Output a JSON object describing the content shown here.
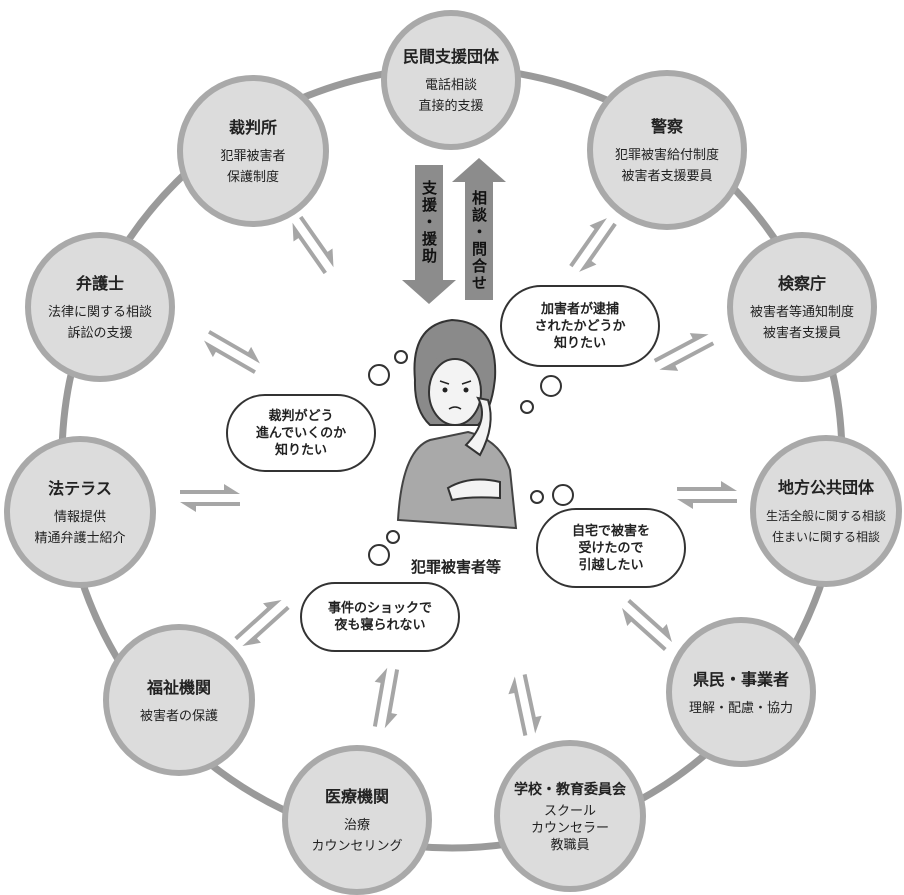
{
  "center": {
    "label": "犯罪被害者等"
  },
  "nodes": {
    "minkan": {
      "title": "民間支援団体",
      "lines": [
        "電話相談",
        "直接的支援"
      ]
    },
    "keisatsu": {
      "title": "警察",
      "lines": [
        "犯罪被害給付制度",
        "被害者支援要員"
      ]
    },
    "kensatsu": {
      "title": "検察庁",
      "lines": [
        "被害者等通知制度",
        "被害者支援員"
      ]
    },
    "chiho": {
      "title": "地方公共団体",
      "lines": [
        "生活全般に関する相談",
        "住まいに関する相談"
      ]
    },
    "kenmin": {
      "title": "県民・事業者",
      "lines": [
        "理解・配慮・協力"
      ]
    },
    "gakko": {
      "title": "学校・教育委員会",
      "lines": [
        "スクール",
        "カウンセラー",
        "教職員"
      ]
    },
    "iryo": {
      "title": "医療機関",
      "lines": [
        "治療",
        "カウンセリング"
      ]
    },
    "fukushi": {
      "title": "福祉機関",
      "lines": [
        "被害者の保護"
      ]
    },
    "hoterasu": {
      "title": "法テラス",
      "lines": [
        "情報提供",
        "精通弁護士紹介"
      ]
    },
    "bengoshi": {
      "title": "弁護士",
      "lines": [
        "法律に関する相談",
        "訴訟の支援"
      ]
    },
    "saibansho": {
      "title": "裁判所",
      "lines": [
        "犯罪被害者",
        "保護制度"
      ]
    }
  },
  "arrows": {
    "down_label": "支援・援助",
    "up_label": "相談・問合せ"
  },
  "thoughts": {
    "trial": [
      "裁判がどう",
      "進んでいくのか",
      "知りたい"
    ],
    "arrest": [
      "加害者が逮捕",
      "されたかどうか",
      "知りたい"
    ],
    "move": [
      "自宅で被害を",
      "受けたので",
      "引越したい"
    ],
    "shock": [
      "事件のショックで",
      "夜も寝られない"
    ]
  },
  "colors": {
    "ring": "#9a9a9a",
    "node_fill": "#dcdcdc",
    "node_border": "#a9a9a9",
    "arrow": "#999999",
    "big_arrow": "#8c8c8c"
  }
}
